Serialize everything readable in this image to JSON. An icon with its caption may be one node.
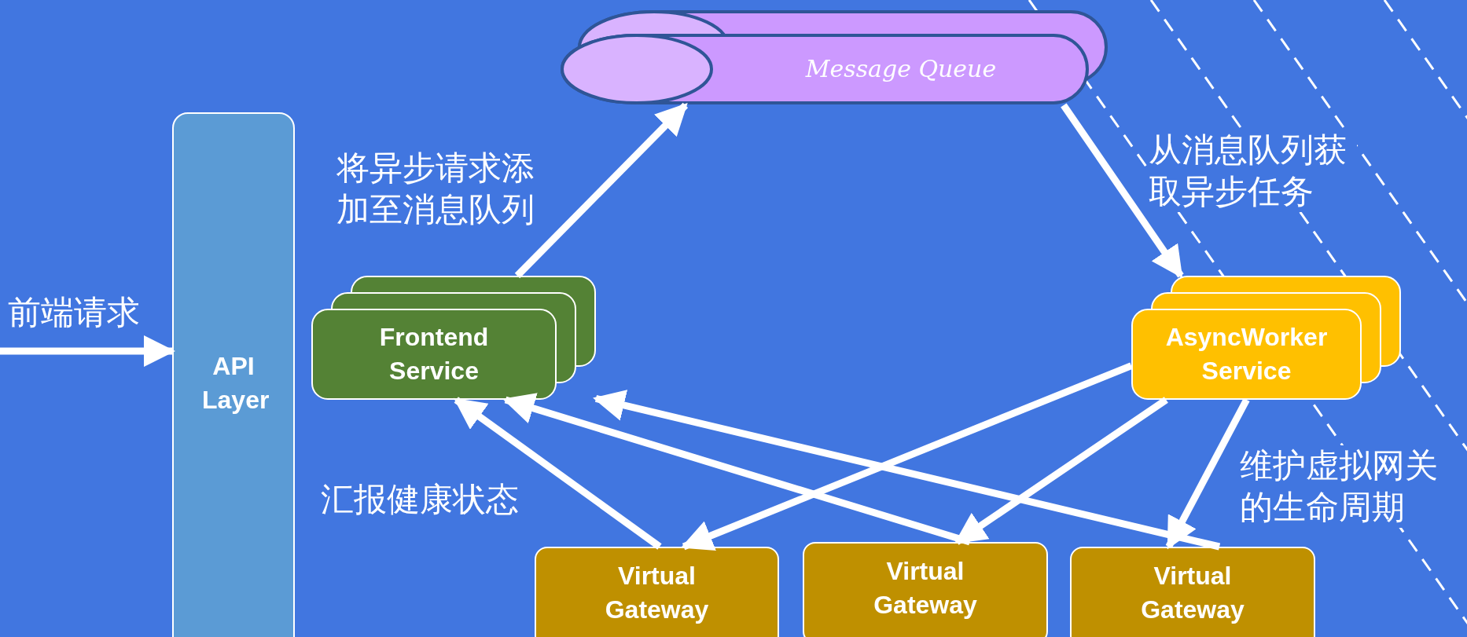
{
  "diagram": {
    "nodes": [
      {
        "text": [
          "API Layer"
        ]
      },
      {
        "text": [
          "Frontend Service"
        ]
      },
      {
        "text": [
          "Message Queue"
        ]
      },
      {
        "text": [
          "AsyncWorker Service"
        ]
      },
      {
        "text": [
          "Virtual Gateway"
        ]
      },
      {
        "text": [
          "Virtual Gateway"
        ]
      },
      {
        "text": [
          "Virtual Gateway"
        ]
      }
    ],
    "edges": [
      {
        "from": null,
        "to": 0,
        "arrow": "to",
        "label": "前端请求"
      },
      {
        "from": 1,
        "to": 2,
        "arrow": "to",
        "label": "将异步请求添加至消息队列"
      },
      {
        "from": 2,
        "to": 3,
        "arrow": "to",
        "label": "从消息队列获取异步任务"
      },
      {
        "from": 3,
        "to": 4,
        "arrow": "to"
      },
      {
        "from": 3,
        "to": 5,
        "arrow": "to"
      },
      {
        "from": 3,
        "to": 6,
        "arrow": "to",
        "label": "维护虚拟网关的生命周期"
      },
      {
        "from": 4,
        "to": 1,
        "arrow": "to",
        "label": "汇报健康状态"
      },
      {
        "from": 5,
        "to": 1,
        "arrow": "to"
      },
      {
        "from": 6,
        "to": 1,
        "arrow": "to"
      }
    ]
  }
}
